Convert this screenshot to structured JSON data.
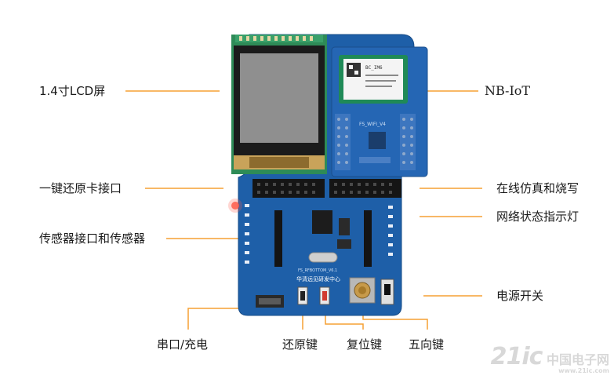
{
  "labels": {
    "lcd": "1.4寸LCD屏",
    "nbiot": "NB-IoT",
    "restore_card": "一键还原卡接口",
    "online_sim": "在线仿真和烧写",
    "net_led": "网络状态指示灯",
    "sensor": "传感器接口和传感器",
    "power": "电源开关",
    "serial": "串口/充电",
    "restore_key": "还原键",
    "reset_key": "复位键",
    "five_way": "五向键"
  },
  "board": {
    "model": "FS_RFBOTTOM_V6.1",
    "maker": "华清远见研发中心",
    "wifi_model": "FS_WIFI_V4",
    "module_text": "BC_IM6"
  },
  "watermark": {
    "site": "21ic",
    "name": "中国电子网",
    "url": "www.21ic.com"
  },
  "colors": {
    "board_blue": "#1e5fa8",
    "leader_orange": "#f5a034",
    "lcd_green": "#2e8b57"
  }
}
